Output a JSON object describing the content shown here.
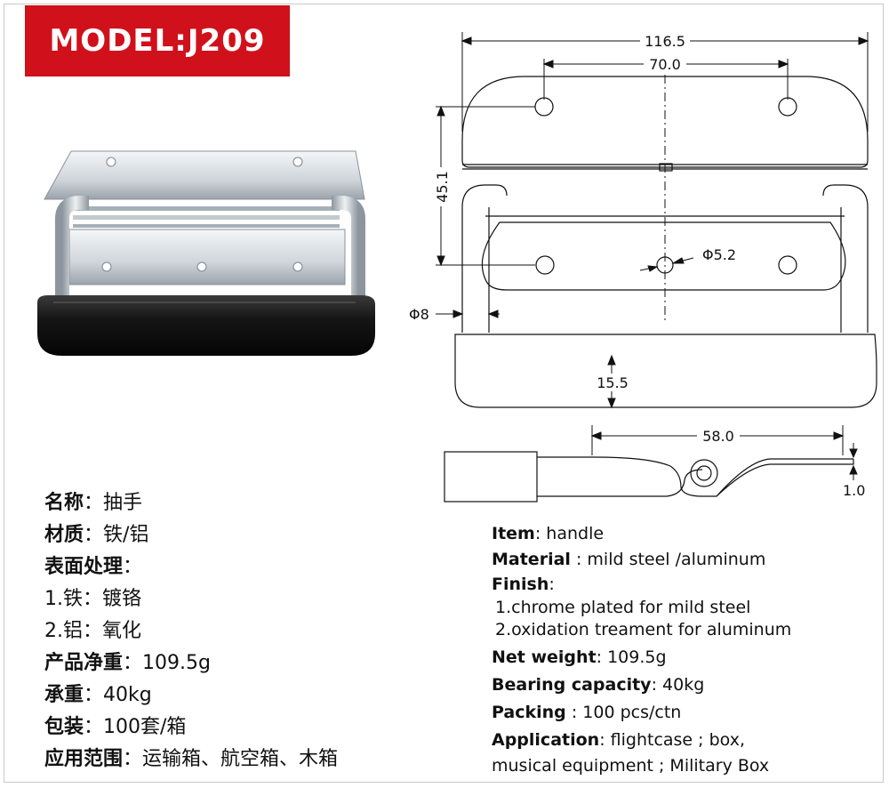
{
  "banner": {
    "model": "MODEL:J209",
    "color": "#d0111b"
  },
  "drawing": {
    "dim_overall_width": "116.5",
    "dim_hole_spacing": "70.0",
    "dim_height": "45.1",
    "dim_center_hole": "Φ5.2",
    "dim_rod": "Φ8",
    "dim_grip": "15.5",
    "dim_profile_length": "58.0",
    "dim_thickness": "1.0"
  },
  "specs_cn": [
    {
      "key": "名称",
      "sep": "：",
      "value": "抽手"
    },
    {
      "key": "材质",
      "sep": "：",
      "value": "铁/铝"
    },
    {
      "key": "表面处理",
      "sep": "：",
      "value": ""
    },
    {
      "key": "",
      "sep": "",
      "value": "1.铁：镀铬"
    },
    {
      "key": "",
      "sep": "",
      "value": "2.铝：氧化"
    },
    {
      "key": "产品净重",
      "sep": "：",
      "value": "109.5g"
    },
    {
      "key": "承重",
      "sep": "：",
      "value": "40kg"
    },
    {
      "key": "包装",
      "sep": "：",
      "value": "100套/箱"
    },
    {
      "key": "应用范围",
      "sep": "：",
      "value": "运输箱、航空箱、木箱"
    }
  ],
  "specs_en": {
    "item": {
      "key": "Item",
      "value": ": handle"
    },
    "material": {
      "key": "Material",
      "value": " : mild steel /aluminum"
    },
    "finish": {
      "key": "Finish",
      "value": ":"
    },
    "finish_1": "1.chrome plated for mild steel",
    "finish_2": "2.oxidation treament for aluminum",
    "net_weight": {
      "key": "Net weight",
      "value": ": 109.5g"
    },
    "bearing": {
      "key": "Bearing capacity",
      "value": ": 40kg"
    },
    "packing": {
      "key": "Packing",
      "value": " : 100 pcs/ctn"
    },
    "application": {
      "key": "Application",
      "value": ": flightcase ; box,"
    },
    "application_2": "musical equipment ; Military Box"
  }
}
